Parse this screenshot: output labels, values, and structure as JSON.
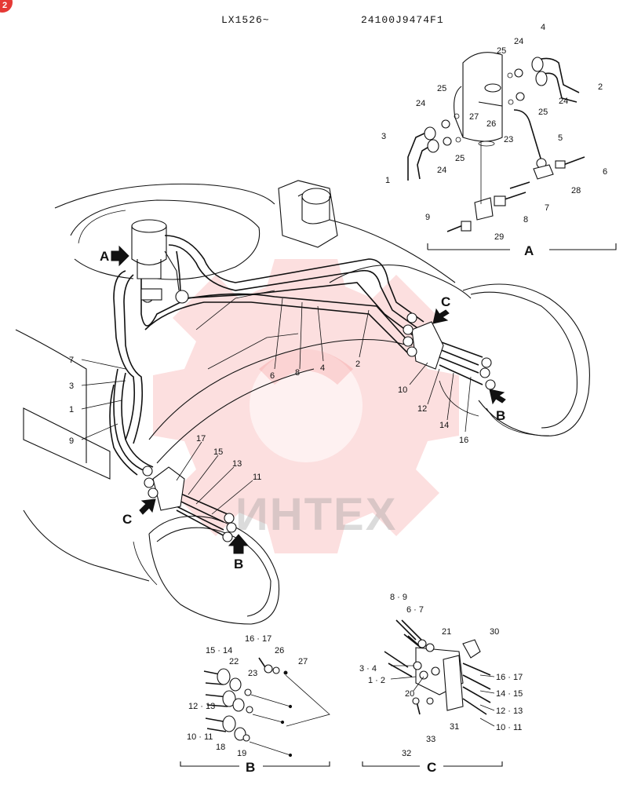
{
  "header": {
    "model_code": "LX1526~",
    "part_number": "24100J9474F1",
    "page_badge": "2"
  },
  "watermark": {
    "text": "ИНТЕХ"
  },
  "main_labels": {
    "arrow_a": "A",
    "arrow_b_right": "B",
    "arrow_c_right": "C",
    "arrow_b_left": "B",
    "arrow_c_left": "C",
    "n7": "7",
    "n3": "3",
    "n1": "1",
    "n9": "9",
    "n6": "6",
    "n8": "8",
    "n4": "4",
    "n2": "2",
    "n10": "10",
    "n12": "12",
    "n14": "14",
    "n16": "16",
    "n17": "17",
    "n15": "15",
    "n13": "13",
    "n11": "11"
  },
  "detail_a": {
    "caption": "A",
    "labels": {
      "n4": "4",
      "n24_top": "24",
      "n25_top": "25",
      "n2": "2",
      "n25_left": "25",
      "n24_right": "24",
      "n24_left": "24",
      "n27": "27",
      "n26": "26",
      "n25_mid": "25",
      "n3": "3",
      "n24_bot": "24",
      "n25_bot": "25",
      "n23": "23",
      "n5": "5",
      "n1": "1",
      "n6": "6",
      "n28": "28",
      "n7": "7",
      "n8": "8",
      "n9": "9",
      "n29": "29"
    }
  },
  "detail_b": {
    "caption": "B",
    "labels": {
      "n16_17": "16 · 17",
      "n26": "26",
      "n27": "27",
      "n15_14": "15 · 14",
      "n22": "22",
      "n23": "23",
      "n12_13": "12 · 13",
      "n10_11": "10 · 11",
      "n18": "18",
      "n19": "19"
    }
  },
  "detail_c": {
    "caption": "C",
    "labels": {
      "n8_9": "8 · 9",
      "n6_7": "6 · 7",
      "n21": "21",
      "n30": "30",
      "n3_4": "3 · 4",
      "n1_2": "1 · 2",
      "n20": "20",
      "n16_17": "16 · 17",
      "n14_15": "14 · 15",
      "n12_13": "12 · 13",
      "n10_11": "10 · 11",
      "n31": "31",
      "n32": "32",
      "n33": "33"
    }
  }
}
